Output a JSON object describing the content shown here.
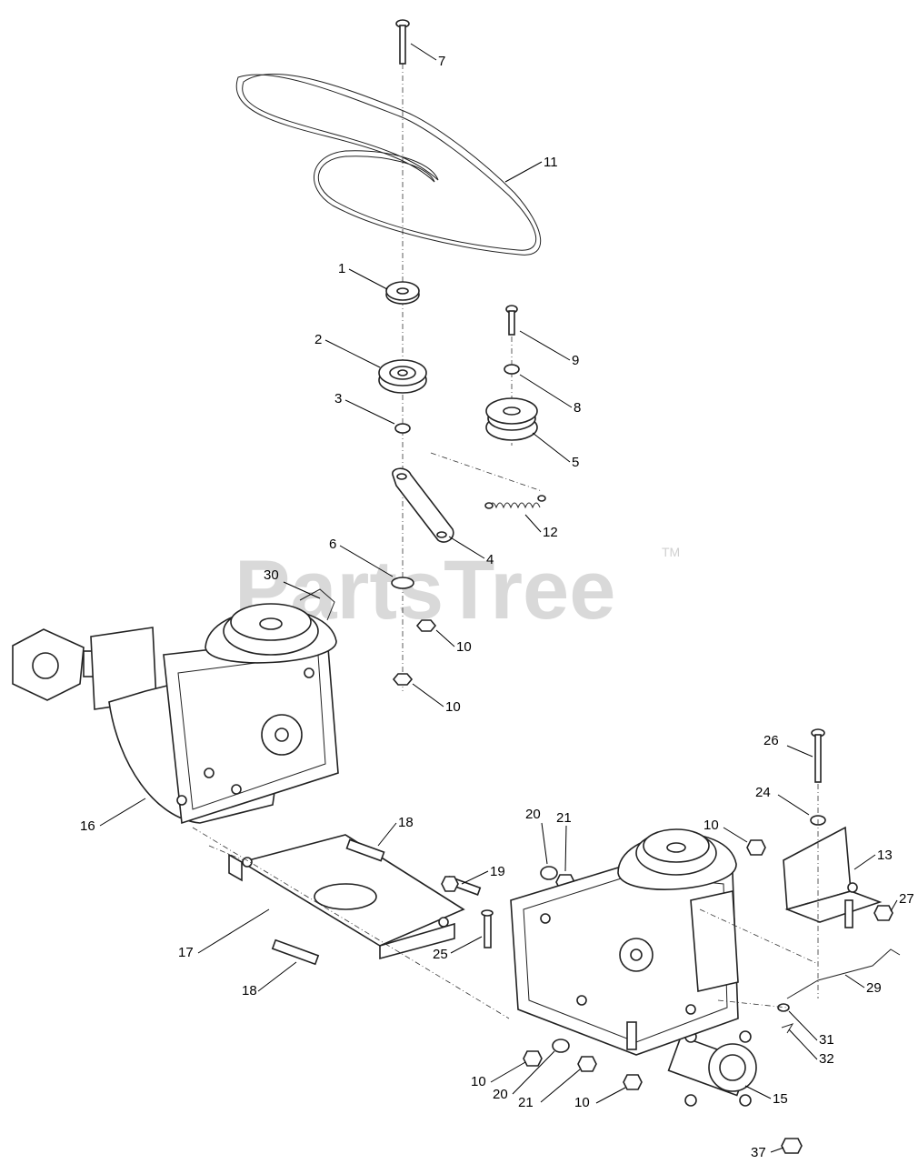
{
  "watermark": {
    "text": "PartsTree",
    "tm": "TM"
  },
  "callouts": [
    "7",
    "11",
    "1",
    "2",
    "9",
    "3",
    "8",
    "5",
    "12",
    "4",
    "6",
    "30",
    "10",
    "10",
    "16",
    "26",
    "24",
    "10",
    "13",
    "20",
    "21",
    "18",
    "19",
    "27",
    "17",
    "25",
    "29",
    "18",
    "31",
    "32",
    "10",
    "20",
    "21",
    "10",
    "15",
    "37"
  ]
}
